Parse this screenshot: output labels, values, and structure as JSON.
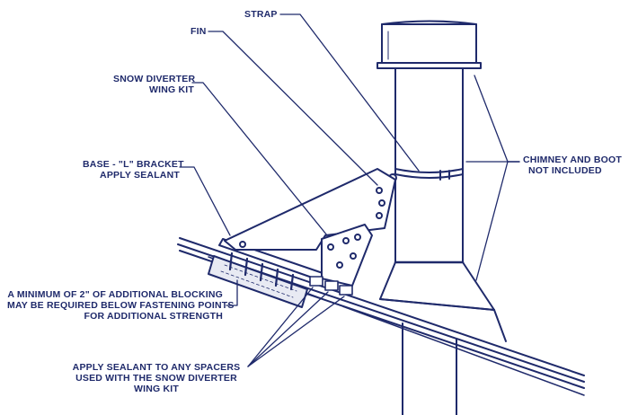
{
  "colors": {
    "ink": "#1f2a6b",
    "background": "#ffffff"
  },
  "labels": {
    "strap": "STRAP",
    "fin": "FIN",
    "snow_diverter": [
      "SNOW DIVERTER",
      "WING KIT"
    ],
    "base_bracket": [
      "BASE - \"L\" BRACKET",
      "APPLY SEALANT"
    ],
    "chimney_boot": [
      "CHIMNEY AND BOOT",
      "NOT INCLUDED"
    ],
    "blocking": [
      "A MINIMUM OF 2\" OF ADDITIONAL BLOCKING",
      "MAY BE REQUIRED BELOW FASTENING POINTS",
      "FOR ADDITIONAL STRENGTH"
    ],
    "spacers": [
      "APPLY SEALANT TO ANY SPACERS",
      "USED WITH THE SNOW DIVERTER",
      "WING KIT"
    ]
  }
}
